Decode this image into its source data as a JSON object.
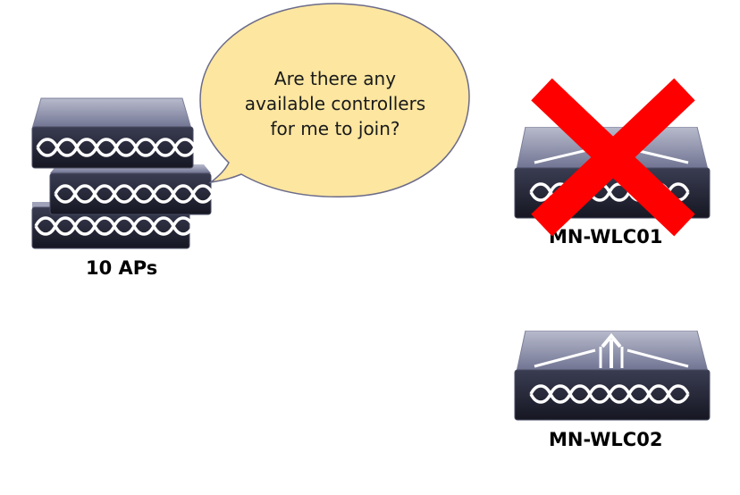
{
  "speech_bubble": {
    "lines": [
      "Are there any",
      "available controllers",
      "for me to join?"
    ],
    "fill_color": "#fce6a0",
    "border_color": "#6b6b8a"
  },
  "ap_group": {
    "label": "10 APs",
    "icon": "access-point-icon",
    "count_shown": 3
  },
  "controllers": [
    {
      "label": "MN-WLC01",
      "icon": "wireless-lan-controller-icon",
      "status": "unavailable",
      "status_icon": "red-x-icon",
      "status_color": "#ff0000"
    },
    {
      "label": "MN-WLC02",
      "icon": "wireless-lan-controller-icon",
      "status": "available"
    }
  ],
  "colors": {
    "device_top": "#8d90a8",
    "device_front": "#27283a",
    "device_edge": "#4a4c63",
    "wave": "#ffffff"
  }
}
